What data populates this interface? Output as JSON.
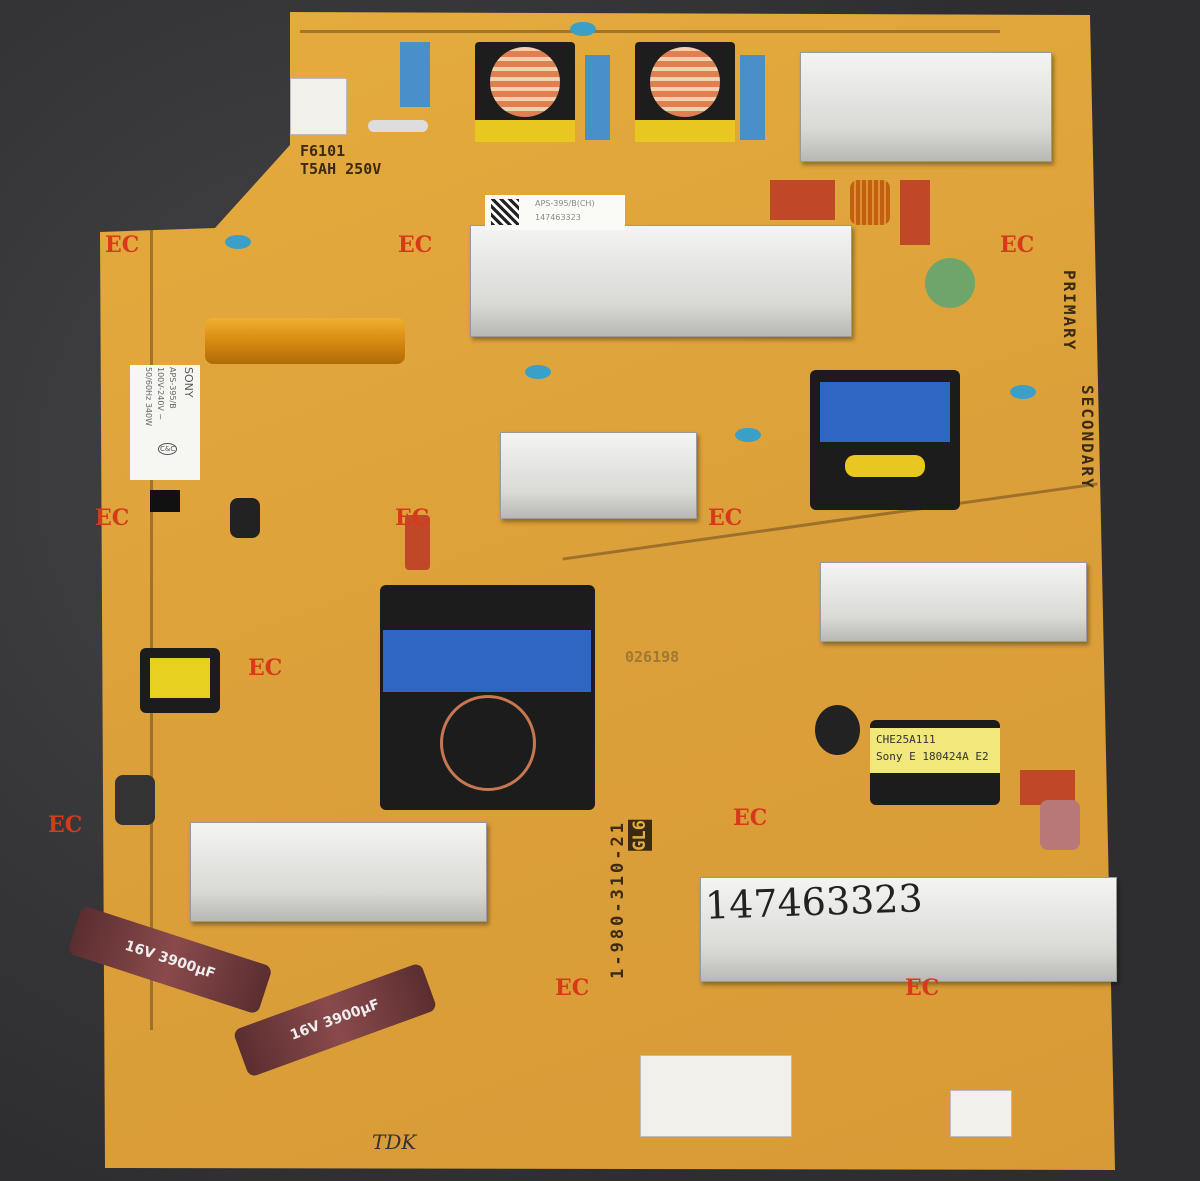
{
  "board_labels": {
    "fuse_ref": "F6101",
    "fuse_rating": "T5AH 250V",
    "primary": "PRIMARY",
    "secondary": "SECONDARY",
    "part_number": "1-980-310-21",
    "layer_mark": "GL6",
    "board_code": "026198",
    "ec_mark": "EC"
  },
  "sony_label": {
    "brand": "SONY",
    "model": "APS-395/B",
    "input": "100V-240V ~",
    "freq_power": "50/60Hz 340W",
    "cert": "C&C"
  },
  "barcode_label": {
    "model": "APS-395/B(CH)",
    "serial": "147463323"
  },
  "transformer_label": {
    "line1": "CHE25A111",
    "line2": "Sony E 180424A E2"
  },
  "capacitor_label": "16V 3900µF",
  "handwritten": {
    "serial": "147463323",
    "initials": "TDK"
  },
  "colors": {
    "board": "#dca03a",
    "ec": "#d63a1a",
    "transformer_tape": "#2f66c4",
    "background": "#38383b"
  }
}
